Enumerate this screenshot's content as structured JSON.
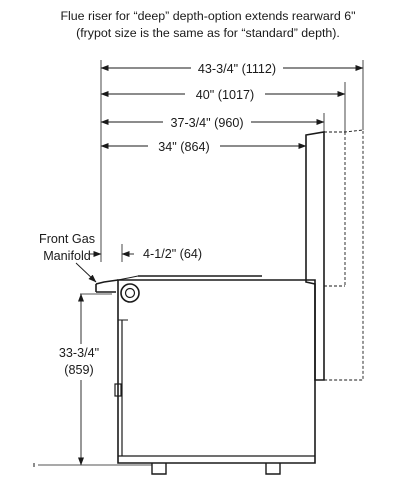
{
  "note": {
    "line1": "Flue riser for “deep” depth-option extends rearward 6\"",
    "line2": "(frypot size is the same as for “standard” depth)."
  },
  "dimensions": {
    "overall_deep": "43-3/4\" (1112)",
    "overall_standard": "40\" (1017)",
    "depth_to_flue": "37-3/4\" (960)",
    "cabinet_depth": "34\" (864)",
    "front_offset": "4-1/2\" (64)",
    "height_line1": "33-3/4\"",
    "height_line2": "(859)"
  },
  "labels": {
    "manifold_line1": "Front Gas",
    "manifold_line2": "Manifold"
  }
}
